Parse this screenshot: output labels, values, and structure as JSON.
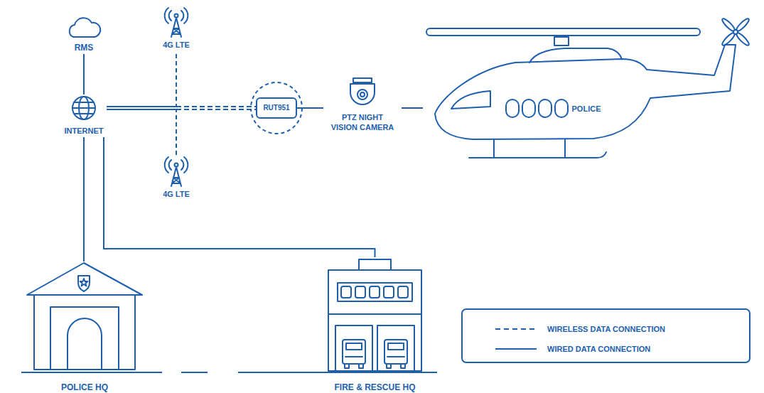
{
  "diagram": {
    "nodes": [
      {
        "text": [
          "RMS"
        ]
      },
      {
        "text": [
          "4G LTE"
        ]
      },
      {
        "text": [
          "INTERNET"
        ]
      },
      {
        "text": [
          "4G LTE"
        ]
      },
      {
        "text": [
          "RUT951"
        ]
      },
      {
        "text": [
          "PTZ NIGHT VISION CAMERA"
        ]
      },
      {
        "text": [
          "POLICE"
        ]
      },
      {
        "text": [
          "POLICE HQ"
        ]
      },
      {
        "text": [
          "FIRE & RESCUE HQ"
        ]
      }
    ],
    "edges": [
      {
        "from": 0,
        "to": 2,
        "arrow": "none"
      },
      {
        "from": 2,
        "to": 1,
        "arrow": "none"
      },
      {
        "from": 2,
        "to": 3,
        "arrow": "none"
      },
      {
        "from": 2,
        "to": 4,
        "arrow": "none"
      },
      {
        "from": 4,
        "to": 5,
        "arrow": "none"
      },
      {
        "from": 5,
        "to": 6,
        "arrow": "none"
      },
      {
        "from": 2,
        "to": 7,
        "arrow": "none"
      },
      {
        "from": 2,
        "to": 8,
        "arrow": "none"
      }
    ],
    "legend": [
      {
        "text": "WIRELESS DATA CONNECTION"
      },
      {
        "text": "WIRED DATA CONNECTION"
      }
    ]
  }
}
